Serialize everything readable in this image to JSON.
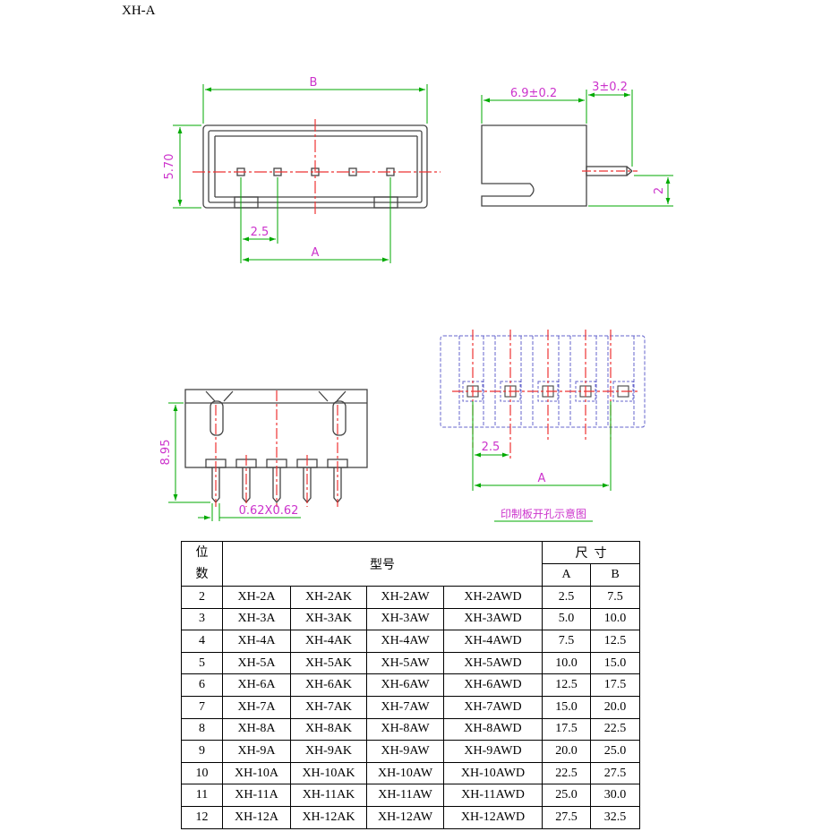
{
  "title": "XH-A",
  "dimensions": {
    "front_width": "B",
    "front_height": "5.70",
    "pitch_front": "2.5",
    "span_front": "A",
    "side_depth": "6.9±0.2",
    "side_pin": "3±0.2",
    "side_offset": "2",
    "bottom_height": "8.95",
    "pin_size": "0.62X0.62",
    "pitch_pcb": "2.5",
    "span_pcb": "A"
  },
  "pcb_caption": "印制板开孔示意图",
  "table": {
    "col_positions": [
      "位",
      "数"
    ],
    "col_model": "型号",
    "col_size": "尺  寸",
    "col_a": "A",
    "col_b": "B",
    "rows": [
      {
        "n": "2",
        "m1": "XH-2A",
        "m2": "XH-2AK",
        "m3": "XH-2AW",
        "m4": "XH-2AWD",
        "a": "2.5",
        "b": "7.5"
      },
      {
        "n": "3",
        "m1": "XH-3A",
        "m2": "XH-3AK",
        "m3": "XH-3AW",
        "m4": "XH-3AWD",
        "a": "5.0",
        "b": "10.0"
      },
      {
        "n": "4",
        "m1": "XH-4A",
        "m2": "XH-4AK",
        "m3": "XH-4AW",
        "m4": "XH-4AWD",
        "a": "7.5",
        "b": "12.5"
      },
      {
        "n": "5",
        "m1": "XH-5A",
        "m2": "XH-5AK",
        "m3": "XH-5AW",
        "m4": "XH-5AWD",
        "a": "10.0",
        "b": "15.0"
      },
      {
        "n": "6",
        "m1": "XH-6A",
        "m2": "XH-6AK",
        "m3": "XH-6AW",
        "m4": "XH-6AWD",
        "a": "12.5",
        "b": "17.5"
      },
      {
        "n": "7",
        "m1": "XH-7A",
        "m2": "XH-7AK",
        "m3": "XH-7AW",
        "m4": "XH-7AWD",
        "a": "15.0",
        "b": "20.0"
      },
      {
        "n": "8",
        "m1": "XH-8A",
        "m2": "XH-8AK",
        "m3": "XH-8AW",
        "m4": "XH-8AWD",
        "a": "17.5",
        "b": "22.5"
      },
      {
        "n": "9",
        "m1": "XH-9A",
        "m2": "XH-9AK",
        "m3": "XH-9AW",
        "m4": "XH-9AWD",
        "a": "20.0",
        "b": "25.0"
      },
      {
        "n": "10",
        "m1": "XH-10A",
        "m2": "XH-10AK",
        "m3": "XH-10AW",
        "m4": "XH-10AWD",
        "a": "22.5",
        "b": "27.5"
      },
      {
        "n": "11",
        "m1": "XH-11A",
        "m2": "XH-11AK",
        "m3": "XH-11AW",
        "m4": "XH-11AWD",
        "a": "25.0",
        "b": "30.0"
      },
      {
        "n": "12",
        "m1": "XH-12A",
        "m2": "XH-12AK",
        "m3": "XH-12AW",
        "m4": "XH-12AWD",
        "a": "27.5",
        "b": "32.5"
      }
    ]
  }
}
